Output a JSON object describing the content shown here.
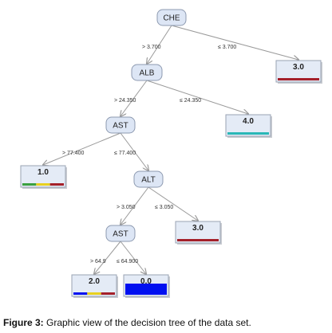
{
  "caption": {
    "label": "Figure 3:",
    "text": " Graphic view of the decision tree of the data set."
  },
  "colors": {
    "node_fill": "#dde6f5",
    "node_stroke": "#8d9ab0",
    "leaf_fill": "#e4ebf6",
    "leaf_stroke": "#9aa3b3",
    "edge": "#9a9a9a",
    "bar_red": "#a4202a",
    "bar_teal": "#2ab7b7",
    "bar_blue": "#0010f0",
    "bar_yellow": "#e8d020",
    "bar_green": "#3aa040"
  },
  "nodes": [
    {
      "id": "n-che",
      "label": "CHE"
    },
    {
      "id": "n-alb",
      "label": "ALB"
    },
    {
      "id": "n-ast1",
      "label": "AST"
    },
    {
      "id": "n-alt",
      "label": "ALT"
    },
    {
      "id": "n-ast2",
      "label": "AST"
    }
  ],
  "leaves": [
    {
      "id": "l-30a",
      "label": "3.0",
      "bar": [
        "bar_red"
      ]
    },
    {
      "id": "l-40",
      "label": "4.0",
      "bar": [
        "bar_teal"
      ]
    },
    {
      "id": "l-10",
      "label": "1.0",
      "bar": [
        "bar_green",
        "bar_yellow",
        "bar_red"
      ]
    },
    {
      "id": "l-30b",
      "label": "3.0",
      "bar": [
        "bar_red"
      ]
    },
    {
      "id": "l-20",
      "label": "2.0",
      "bar": [
        "bar_blue",
        "bar_yellow",
        "bar_red"
      ]
    },
    {
      "id": "l-00",
      "label": "0.0",
      "bar": [
        "bar_blue"
      ],
      "filled": true
    }
  ],
  "edges": [
    {
      "from": "n-che",
      "to": "n-alb",
      "label": "> 3.700"
    },
    {
      "from": "n-che",
      "to": "l-30a",
      "label": "≤ 3.700"
    },
    {
      "from": "n-alb",
      "to": "n-ast1",
      "label": "> 24.350"
    },
    {
      "from": "n-alb",
      "to": "l-40",
      "label": "≤ 24.350"
    },
    {
      "from": "n-ast1",
      "to": "l-10",
      "label": "> 77.400"
    },
    {
      "from": "n-ast1",
      "to": "n-alt",
      "label": "≤ 77.400"
    },
    {
      "from": "n-alt",
      "to": "n-ast2",
      "label": "> 3.050"
    },
    {
      "from": "n-alt",
      "to": "l-30b",
      "label": "≤ 3.050"
    },
    {
      "from": "n-ast2",
      "to": "l-20",
      "label": "> 64.9"
    },
    {
      "from": "n-ast2",
      "to": "l-00",
      "label": "≤ 64.900"
    }
  ]
}
